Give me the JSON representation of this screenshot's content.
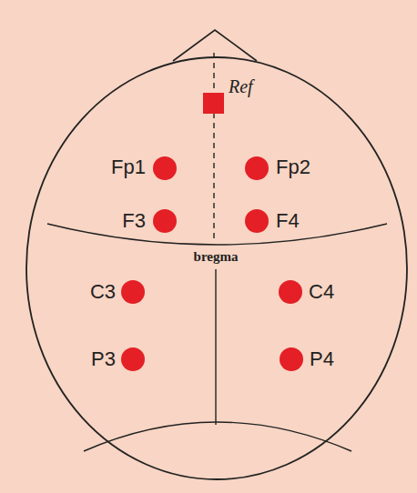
{
  "diagram": {
    "labels": [
      "Ref",
      "Fp1",
      "Fp2",
      "F3",
      "F4",
      "bregma",
      "C3",
      "C4",
      "P3",
      "P4"
    ]
  }
}
